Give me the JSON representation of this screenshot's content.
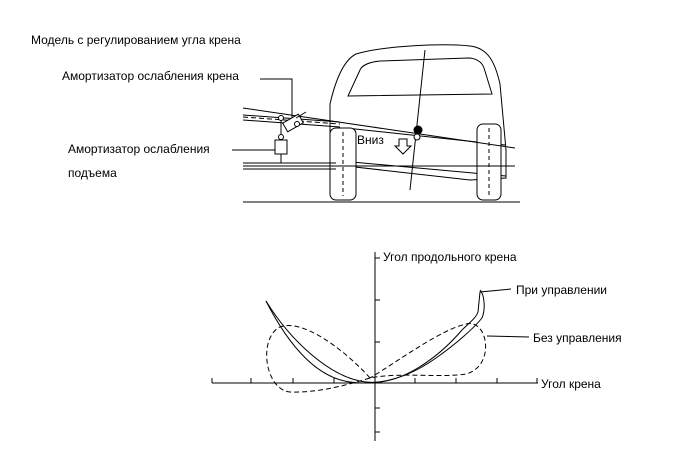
{
  "title": "Модель с регулированием угла крена",
  "upper": {
    "roll_damper_label": "Амортизатор ослабления крена",
    "lift_damper_label_line1": "Амортизатор ослабления",
    "lift_damper_label_line2": "подъема",
    "down_label": "Вниз"
  },
  "graph": {
    "y_axis_label": "Угол продольного крена",
    "x_axis_label": "Угол крена",
    "with_control_label": "При управлении",
    "without_control_label": "Без управления"
  }
}
